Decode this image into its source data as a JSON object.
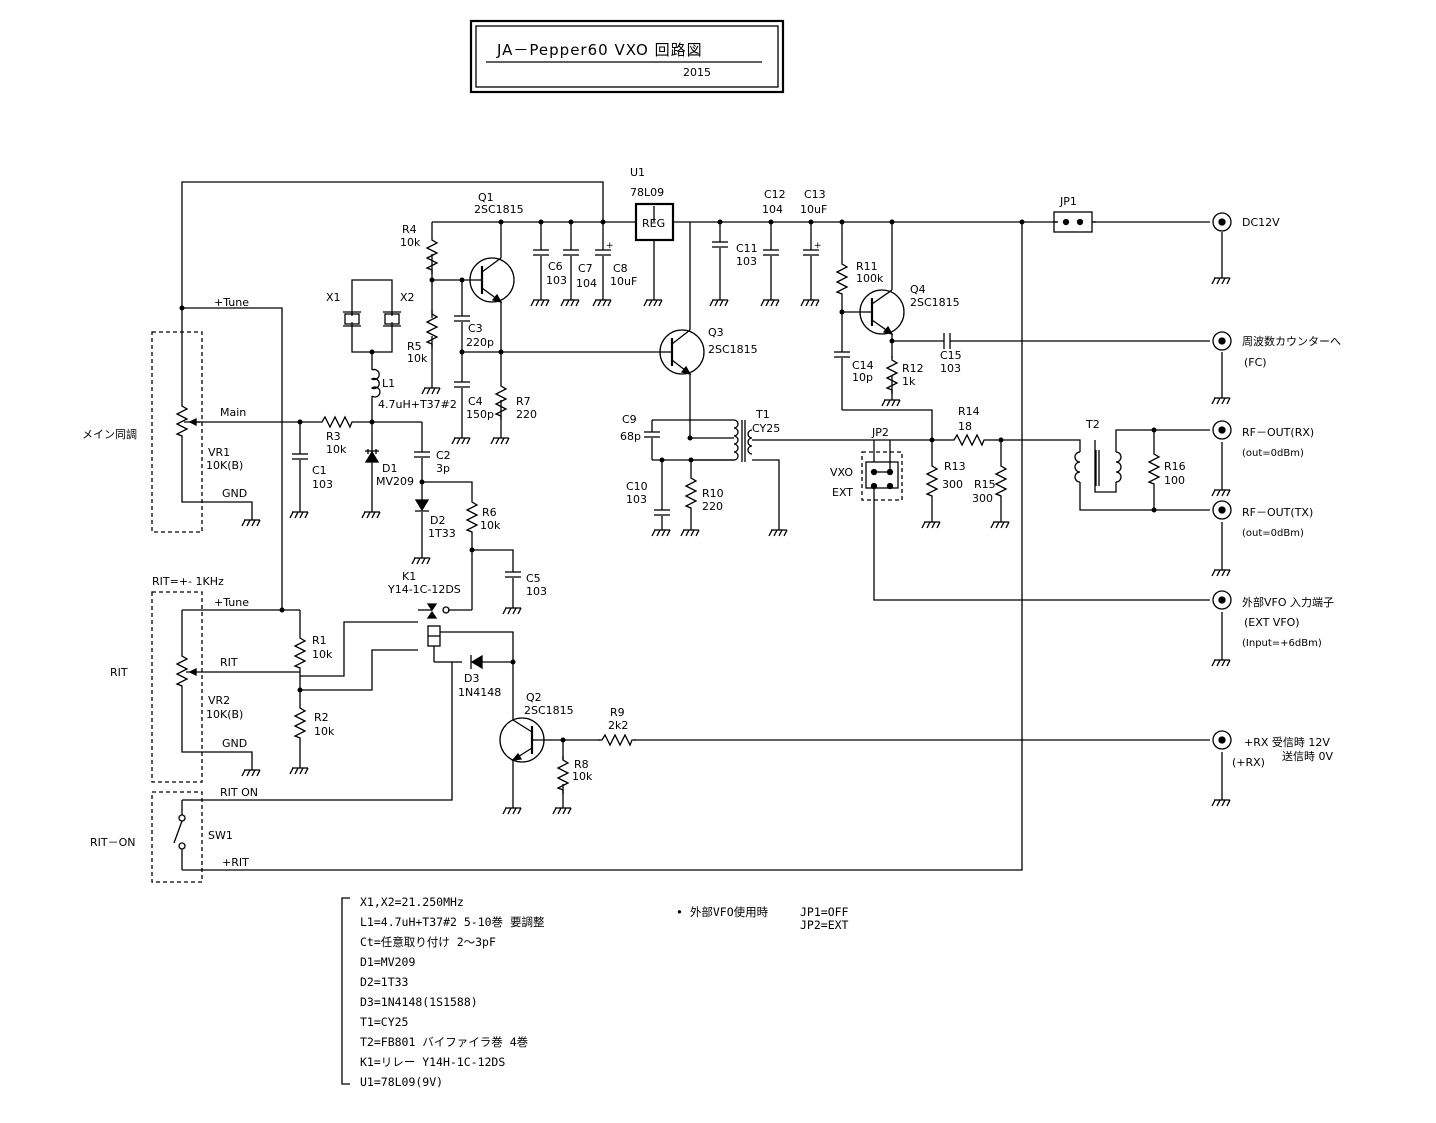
{
  "title": {
    "main": "JA－Pepper60  VXO 回路図",
    "year": "2015"
  },
  "inputs": {
    "main_tune": "メイン同調",
    "rit": "RIT",
    "rit_range": "RIT=+- 1KHz",
    "rit_on": "RIT－ON"
  },
  "nets": {
    "tune": "+Tune",
    "main": "Main",
    "gnd": "GND",
    "rit": "RIT",
    "rit_on": "RIT  ON",
    "plus_rit": "+RIT"
  },
  "components": {
    "U1": {
      "ref": "U1",
      "value": "78L09",
      "body": "REG"
    },
    "Q1": {
      "ref": "Q1",
      "value": "2SC1815"
    },
    "Q2": {
      "ref": "Q2",
      "value": "2SC1815"
    },
    "Q3": {
      "ref": "Q3",
      "value": "2SC1815"
    },
    "Q4": {
      "ref": "Q4",
      "value": "2SC1815"
    },
    "R1": {
      "ref": "R1",
      "value": "10k"
    },
    "R2": {
      "ref": "R2",
      "value": "10k"
    },
    "R3": {
      "ref": "R3",
      "value": "10k"
    },
    "R4": {
      "ref": "R4",
      "value": "10k"
    },
    "R5": {
      "ref": "R5",
      "value": "10k"
    },
    "R6": {
      "ref": "R6",
      "value": "10k"
    },
    "R7": {
      "ref": "R7",
      "value": "220"
    },
    "R8": {
      "ref": "R8",
      "value": "10k"
    },
    "R9": {
      "ref": "R9",
      "value": "2k2"
    },
    "R10": {
      "ref": "R10",
      "value": "220"
    },
    "R11": {
      "ref": "R11",
      "value": "100k"
    },
    "R12": {
      "ref": "R12",
      "value": "1k"
    },
    "R13": {
      "ref": "R13",
      "value": "300"
    },
    "R14": {
      "ref": "R14",
      "value": "18"
    },
    "R15": {
      "ref": "R15",
      "value": "300"
    },
    "R16": {
      "ref": "R16",
      "value": "100"
    },
    "C1": {
      "ref": "C1",
      "value": "103"
    },
    "C2": {
      "ref": "C2",
      "value": "3p"
    },
    "C3": {
      "ref": "C3",
      "value": "220p"
    },
    "C4": {
      "ref": "C4",
      "value": "150p"
    },
    "C5": {
      "ref": "C5",
      "value": "103"
    },
    "C6": {
      "ref": "C6",
      "value": "103"
    },
    "C7": {
      "ref": "C7",
      "value": "104"
    },
    "C8": {
      "ref": "C8",
      "value": "10uF"
    },
    "C9": {
      "ref": "C9",
      "value": "68p"
    },
    "C10": {
      "ref": "C10",
      "value": "103"
    },
    "C11": {
      "ref": "C11",
      "value": "103"
    },
    "C12": {
      "ref": "C12",
      "value": "104"
    },
    "C13": {
      "ref": "C13",
      "value": "10uF"
    },
    "C14": {
      "ref": "C14",
      "value": "10p"
    },
    "C15": {
      "ref": "C15",
      "value": "103"
    },
    "L1": {
      "ref": "L1",
      "value": "4.7uH+T37#2"
    },
    "D1": {
      "ref": "D1",
      "value": "MV209"
    },
    "D2": {
      "ref": "D2",
      "value": "1T33"
    },
    "D3": {
      "ref": "D3",
      "value": "1N4148"
    },
    "X1": {
      "ref": "X1"
    },
    "X2": {
      "ref": "X2"
    },
    "VR1": {
      "ref": "VR1",
      "value": "10K(B)"
    },
    "VR2": {
      "ref": "VR2",
      "value": "10K(B)"
    },
    "K1": {
      "ref": "K1",
      "value": "Y14-1C-12DS"
    },
    "T1": {
      "ref": "T1",
      "value": "CY25"
    },
    "T2": {
      "ref": "T2"
    },
    "JP1": {
      "ref": "JP1"
    },
    "JP2": {
      "ref": "JP2",
      "opt_a": "VXO",
      "opt_b": "EXT"
    },
    "SW1": {
      "ref": "SW1"
    }
  },
  "connectors": {
    "dc": "DC12V",
    "fc": "周波数カウンターへ",
    "fc_sub": "(FC)",
    "rfrx": "RF－OUT(RX)",
    "rfrx_sub": "(out=0dBm)",
    "rftx": "RF－OUT(TX)",
    "rftx_sub": "(out=0dBm)",
    "ext": "外部VFO  入力端子",
    "ext_sub1": "(EXT  VFO)",
    "ext_sub2": "(Input=+6dBm)",
    "rx": "+RX  受信時  12V",
    "rx_sub": "(+RX)",
    "rx_tx": "送信時    0V"
  },
  "notes": [
    "X1,X2=21.250MHz",
    "L1=4.7uH+T37#2  5-10巻  要調整",
    "Ct=任意取り付け  2～3pF",
    "D1=MV209",
    "D2=1T33",
    "D3=1N4148(1S1588)",
    "T1=CY25",
    "T2=FB801  バイファイラ巻  4巻",
    "K1=リレー  Y14H-1C-12DS",
    "U1=78L09(9V)"
  ],
  "ext_note": {
    "bullet": "• 外部VFO使用時",
    "jp1": "JP1=OFF",
    "jp2": "JP2=EXT"
  }
}
